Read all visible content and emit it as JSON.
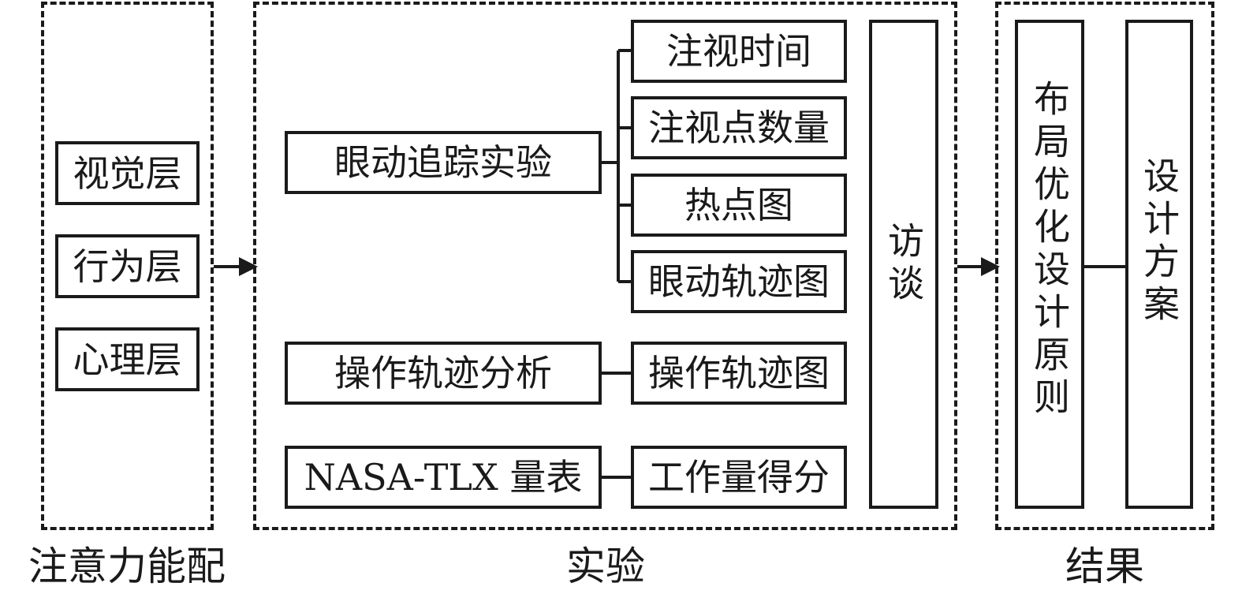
{
  "panels": {
    "attention": {
      "caption": "注意力能配",
      "items": [
        "视觉层",
        "行为层",
        "心理层"
      ]
    },
    "experiment": {
      "caption": "实验",
      "eye_tracking": {
        "label": "眼动追踪实验",
        "outputs": [
          "注视时间",
          "注视点数量",
          "热点图",
          "眼动轨迹图"
        ]
      },
      "operation": {
        "label": "操作轨迹分析",
        "output": "操作轨迹图"
      },
      "nasa": {
        "label": "NASA-TLX 量表",
        "output": "工作量得分"
      },
      "interview": "访谈"
    },
    "result": {
      "caption": "结果",
      "principles": "布局优化设计原则",
      "plan": "设计方案"
    }
  }
}
